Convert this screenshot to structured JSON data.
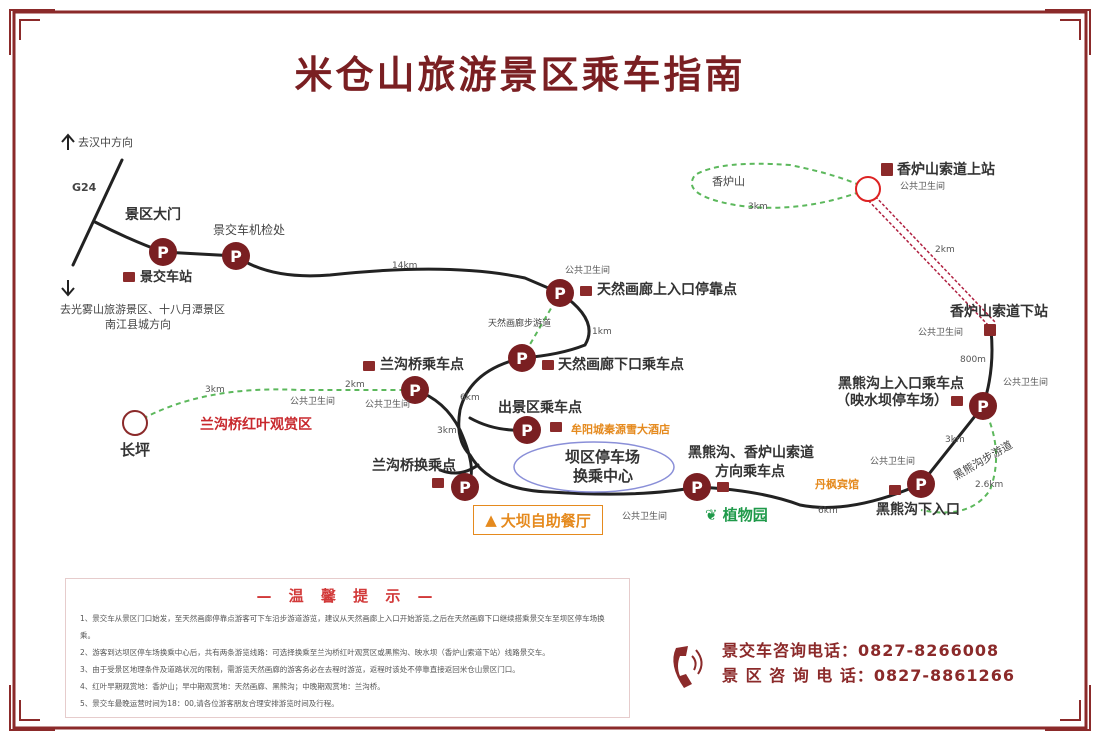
{
  "title": "米仓山旅游景区乘车指南",
  "directions": {
    "north": "去汉中方向",
    "south_line1": "去光雾山旅游景区、十八月潭景区",
    "south_line2": "南江县城方向",
    "road": "G24"
  },
  "stops": {
    "gate": "景区大门",
    "bus_station": "景交车站",
    "checkpoint": "景交车机检处",
    "gallery_upper": "天然画廊上入口停靠点",
    "gallery_lower": "天然画廊下口乘车点",
    "langou_stop": "兰沟桥乘车点",
    "exit_stop": "出景区乘车点",
    "langou_transfer": "兰沟桥换乘点",
    "dam_center_1": "坝区停车场",
    "dam_center_2": "换乘中心",
    "heixiong_dir_1": "黑熊沟、香炉山索道",
    "heixiong_dir_2": "方向乘车点",
    "heixiong_lower": "黑熊沟下入口",
    "heixiong_upper_1": "黑熊沟上入口乘车点",
    "heixiong_upper_2": "（映水坝停车场）",
    "cable_lower": "香炉山索道下站",
    "cable_upper": "香炉山索道上站",
    "changping": "长坪"
  },
  "pois": {
    "hotel": "牟阳城秦源雪大酒店",
    "buffet": "大坝自助餐厅",
    "botanical": "植物园",
    "danfeng": "丹枫宾馆",
    "xianglu": "香炉山",
    "redleaf": "兰沟桥红叶观赏区",
    "trail_gallery": "天然画廊步游道",
    "trail_heixiong": "黑熊沟步游道",
    "toilet": "公共卫生间"
  },
  "distances": {
    "d14": "14km",
    "d1": "1km",
    "d6": "6km",
    "d3": "3km",
    "d3b": "3km",
    "d2": "2km",
    "d6b": "6km",
    "d3c": "3km",
    "d800": "800m",
    "d2b": "2km",
    "d3d": "3km",
    "d26": "2.6km"
  },
  "tips": {
    "heading": "— 温 馨 提 示 —",
    "items": [
      "1、景交车从景区门口始发，至天然画廊停靠点游客可下车沿步游道游览，建议从天然画廊上入口开始游览,之后在天然画廊下口继续搭乘景交车至坝区停车场换乘。",
      "2、游客到达坝区停车场换乘中心后，共有两条游览线路：可选择换乘至兰沟桥红叶观赏区或黑熊沟、映水坝（香炉山索道下站）线路景交车。",
      "3、由于受景区地理条件及道路状况的限制，需游览天然画廊的游客务必在去程时游览，返程时该处不停靠直接返回米仓山景区门口。",
      "4、红叶早期观赏地：香炉山；早中期观赏地：天然画廊、黑熊沟；中晚期观赏地：兰沟桥。",
      "5、景交车最晚运营时间为18：00,请各位游客朋友合理安排游览时间及行程。"
    ]
  },
  "contact": {
    "bus_line": "景交车咨询电话：0827-8266008",
    "scenic_line": "景 区 咨 询 电 话：0827-8861266"
  },
  "colors": {
    "brand": "#8b2a2a",
    "trail": "#5cb85c",
    "orange": "#e58a1e"
  }
}
